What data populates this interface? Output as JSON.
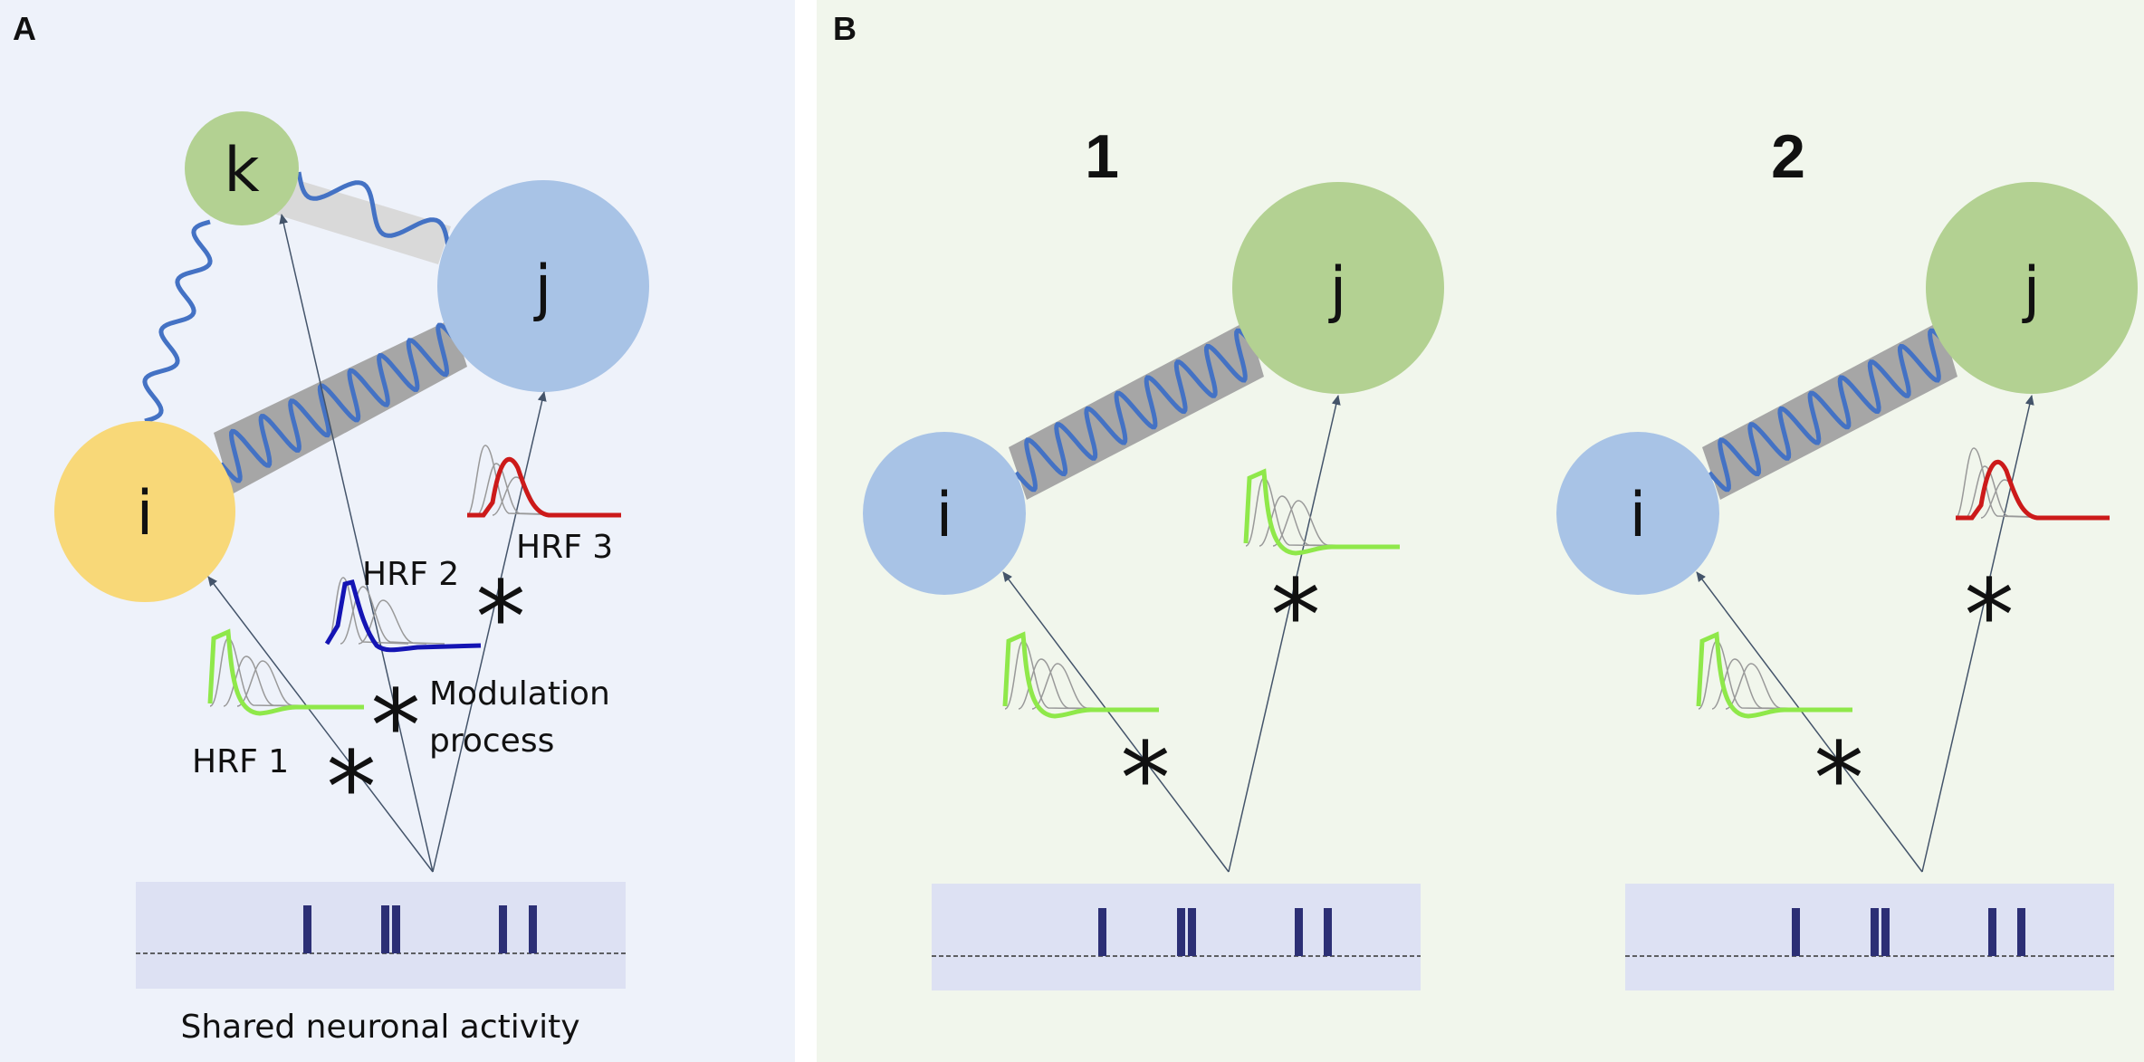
{
  "panel_a": {
    "letter": "A",
    "nodes": {
      "i": "i",
      "j": "j",
      "k": "k"
    },
    "hrf_labels": [
      "HRF 1",
      "HRF 2",
      "HRF 3"
    ],
    "modulation_label_line1": "Modulation",
    "modulation_label_line2": "process",
    "activity_label": "Shared neuronal activity",
    "star": "*"
  },
  "panel_b": {
    "letter": "B",
    "sub_panels": [
      {
        "title": "1",
        "nodes": {
          "i": "i",
          "j": "j"
        }
      },
      {
        "title": "2",
        "nodes": {
          "i": "i",
          "j": "j"
        }
      }
    ],
    "star": "*"
  },
  "colors": {
    "panel_a_bg": "#eef2fa",
    "panel_b_bg": "#f1f6ec",
    "node_yellow": "#f8d878",
    "node_blue": "#a8c3e6",
    "node_green": "#b3d192",
    "spring": "#4472c4",
    "bar_gray": "#a6a6a6",
    "hrf_green": "#8fe84a",
    "hrf_blue": "#1414b4",
    "hrf_red": "#cc1a1a",
    "activity_bg": "#dde1f3",
    "spike": "#2c2f75",
    "arrow": "#44546a"
  }
}
